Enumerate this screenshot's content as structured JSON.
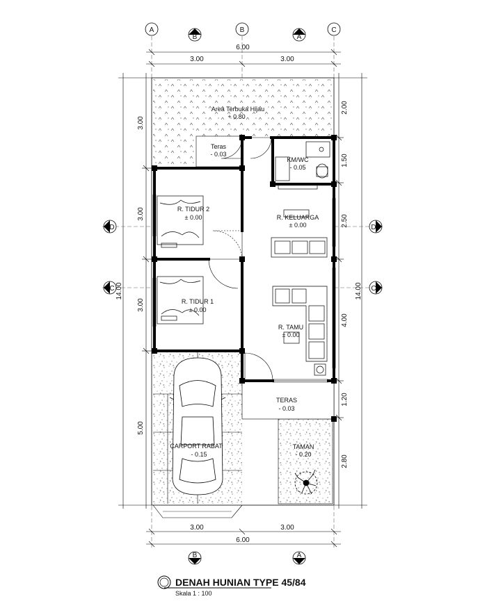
{
  "grid_labels": {
    "A": "A",
    "B": "B",
    "C": "C",
    "D": "D"
  },
  "dims": {
    "top_total": "6.00",
    "top_left": "3.00",
    "top_right": "3.00",
    "bottom_left": "3.00",
    "bottom_right": "3.00",
    "bottom_total": "6.00",
    "left_1": "3.00",
    "left_2": "3.00",
    "left_3": "3.00",
    "left_4": "5.00",
    "left_total": "14.00",
    "right_1": "2.00",
    "right_2": "1.50",
    "right_3": "2.50",
    "right_4": "4.00",
    "right_5": "1.20",
    "right_6": "2.80",
    "right_total": "14.00"
  },
  "rooms": {
    "open_area_name": "Area Terbuka Hijau",
    "open_area_level": "+ 0.80",
    "teras_back_name": "Teras",
    "teras_back_level": "- 0.03",
    "kmwc_name": "KM/WC",
    "kmwc_level": "- 0.05",
    "tidur2_name": "R. TIDUR 2",
    "tidur2_level": "± 0.00",
    "keluarga_name": "R. KELUARGA",
    "keluarga_level": "± 0.00",
    "tidur1_name": "R. TIDUR 1",
    "tidur1_level": "± 0.00",
    "tamu_name": "R. TAMU",
    "tamu_level": "± 0.00",
    "teras_front_name": "TERAS",
    "teras_front_level": "- 0.03",
    "carport_name": "CARPORT RABAT",
    "carport_level": "- 0.15",
    "taman_name": "TAMAN",
    "taman_level": "- 0.20"
  },
  "title": {
    "main": "DENAH HUNIAN TYPE 45/84",
    "scale": "Skala 1 : 100"
  }
}
